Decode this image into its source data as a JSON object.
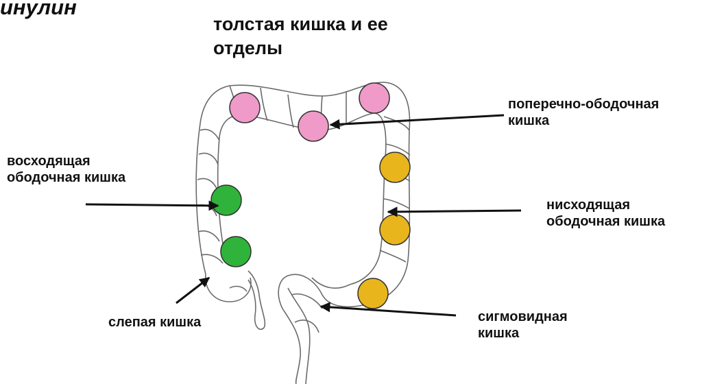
{
  "heading": "инулин",
  "title": "толстая кишка и ее\nотделы",
  "labels": {
    "transverse": "поперечно-ободочная\nкишка",
    "ascending": "восходящая\nободочная кишка",
    "descending": "нисходящая\nободочная кишка",
    "cecum": "слепая кишка",
    "sigmoid": "сигмовидная\nкишка"
  },
  "colors": {
    "transverse_markers": "#ef9ac8",
    "ascending_markers": "#2fb33a",
    "descending_markers": "#e8b51d",
    "outline": "#6a6a6a",
    "arrow": "#111111"
  }
}
